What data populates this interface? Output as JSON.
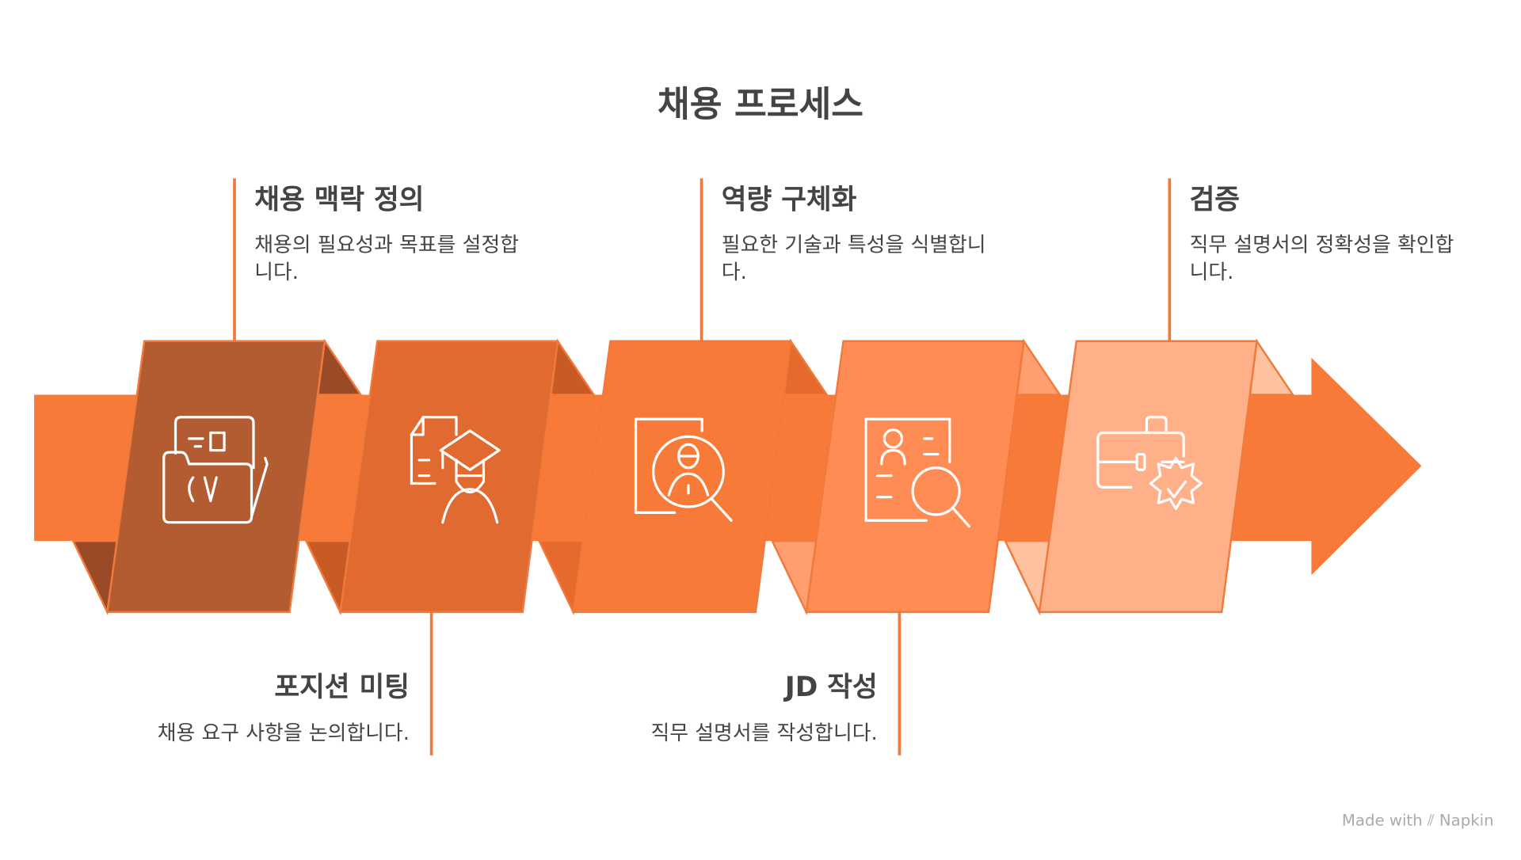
{
  "title": "채용 프로세스",
  "steps": [
    {
      "title": "채용 맥락 정의",
      "desc": "채용의 필요성과 목표를 설정합니다.",
      "icon": "cv-folder-icon",
      "position": "top"
    },
    {
      "title": "포지션 미팅",
      "desc": "채용 요구 사항을 논의합니다.",
      "icon": "education-document-icon",
      "position": "bottom"
    },
    {
      "title": "역량 구체화",
      "desc": "필요한 기술과 특성을 식별합니다.",
      "icon": "candidate-search-icon",
      "position": "top"
    },
    {
      "title": "JD 작성",
      "desc": "직무 설명서를 작성합니다.",
      "icon": "profile-search-icon",
      "position": "bottom"
    },
    {
      "title": "검증",
      "desc": "직무 설명서의 정확성을 확인합니다.",
      "icon": "verified-briefcase-icon",
      "position": "top"
    }
  ],
  "colors": {
    "band": "#F77A38",
    "panels": [
      "#B35C32",
      "#E06A30",
      "#F77A38",
      "#FF8C55",
      "#FFB088"
    ],
    "folds": [
      "#9A4A26",
      "#C85A26",
      "#E56A2C",
      "#FF9E6E",
      "#FFC2A0"
    ],
    "line": "#F07A3C"
  },
  "footer": "Made with ⫽ Napkin"
}
